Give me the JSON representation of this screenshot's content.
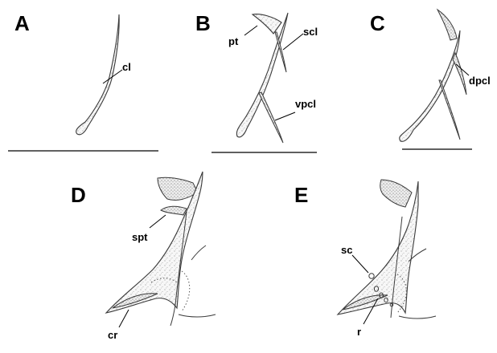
{
  "panels": [
    {
      "letter": "A",
      "labels": [
        "cl"
      ]
    },
    {
      "letter": "B",
      "labels": [
        "pt",
        "scl",
        "vpcl"
      ]
    },
    {
      "letter": "C",
      "labels": [
        "dpcl"
      ]
    },
    {
      "letter": "D",
      "labels": [
        "spt",
        "cr"
      ]
    },
    {
      "letter": "E",
      "labels": [
        "sc",
        "r"
      ]
    }
  ],
  "colors": {
    "ink": "#3a3a3a",
    "stipple_fill": "#f4f4f4",
    "background": "#ffffff"
  }
}
